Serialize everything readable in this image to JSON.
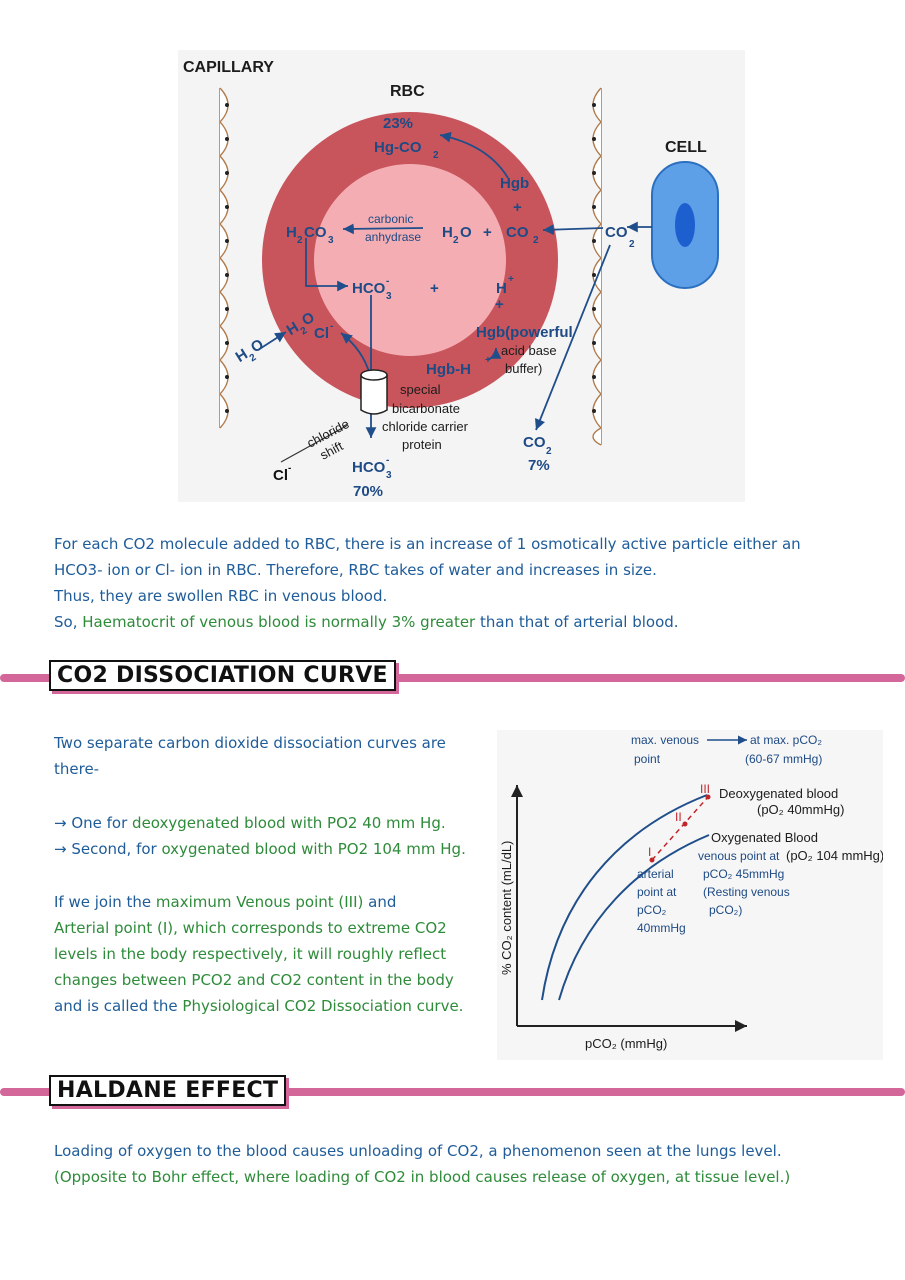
{
  "diagram": {
    "capillary": "CAPILLARY",
    "rbc": "RBC",
    "cell": "CELL",
    "pct_23": "23%",
    "hg_co": "Hg-CO",
    "hgb": "Hgb",
    "plus": "+",
    "co": "CO",
    "sub2": "2",
    "sub3": "3",
    "h2co3_h": "H",
    "h2co3_co": "CO",
    "carbonic": "carbonic",
    "anhydrase": "anhydrase",
    "h": "H",
    "o": "O",
    "hco": "HCO",
    "minus": "-",
    "plus_sign": "+",
    "h_plus": "H",
    "hgb_powerful": "Hgb(powerful",
    "acid_base": "acid base",
    "buffer": "buffer)",
    "hgb_h": "Hgb-H",
    "cl": "Cl",
    "special": "special",
    "bicarbonate": "bicarbonate",
    "chloride_carrier": "chloride carrier",
    "protein": "protein",
    "chloride": "chloride",
    "shift": "shift",
    "pct_70": "70%",
    "pct_7": "7%"
  },
  "paragraph1": {
    "line1": "For each CO2 molecule added to RBC, there is an increase of 1 osmotically active particle either an",
    "line2": "HCO3- ion or Cl- ion in RBC. Therefore, RBC takes of water and increases in size.",
    "line3": "Thus, they are swollen RBC in venous blood.",
    "line4_a": "So, ",
    "line4_b": "Haematocrit of venous blood is normally 3% greater",
    "line4_c": " than that of arterial blood."
  },
  "section1": {
    "title": "CO2 DISSOCIATION CURVE"
  },
  "paragraph2": {
    "l1": "Two separate carbon dioxide dissociation curves are",
    "l2": "there-",
    "l3_a": "→ One for ",
    "l3_b": "deoxygenated blood with PO2 40 mm Hg.",
    "l4_a": "→ Second, for ",
    "l4_b": "oxygenated blood with PO2 104 mm Hg.",
    "l5_a": "If we join the ",
    "l5_b": "maximum Venous point (III)",
    "l5_c": " and",
    "l6_a": "Arterial point (I), which corresponds to extreme CO2",
    "l7": "levels in the body respectively, it will roughly reflect",
    "l8": "changes between PCO2 and CO2 content in the body",
    "l9_a": "and is called the ",
    "l9_b": "Physiological CO2 Dissociation curve."
  },
  "chart_data": {
    "type": "line",
    "title": "",
    "xlabel": "pCO₂ (mmHg)",
    "ylabel": "% CO₂ content (mL/dL)",
    "series": [
      {
        "name": "Deoxygenated blood (pO₂ 40mmHg)"
      },
      {
        "name": "Oxygenated Blood (pO₂ 104 mmHg)"
      }
    ],
    "points": [
      "I",
      "II",
      "III"
    ],
    "annotations": {
      "max_venous": "max. venous",
      "point": "point",
      "at_max": "at max. pCO₂",
      "range": "(60-67 mmHg)",
      "deoxy": "Deoxygenated blood",
      "deoxy_po2": "(pO₂ 40mmHg)",
      "oxy": "Oxygenated Blood",
      "venous_point_at": "venous point at",
      "oxy_po2": "(pO₂ 104 mmHg)",
      "pco2_45": "pCO₂ 45mmHg",
      "resting": "(Resting venous",
      "pco2_close": "pCO₂)",
      "arterial": "arterial",
      "point_at": "point at",
      "pco2": "pCO₂",
      "mmhg40": "40mmHg"
    },
    "grid": false
  },
  "section2": {
    "title": "HALDANE EFFECT"
  },
  "paragraph3": {
    "line1": "Loading of oxygen to the blood causes unloading of CO2, a phenomenon seen at the lungs level.",
    "line2": "(Opposite to Bohr effect, where loading of CO2 in blood causes release of oxygen, at tissue level.)"
  },
  "colors": {
    "text_blue": "#1f5c99",
    "text_green": "#2e8b3a",
    "accent_pink": "#d4679a",
    "rbc_outer": "#c8555c",
    "rbc_inner": "#f4aeb3",
    "cell_blue": "#5ea0e8"
  }
}
